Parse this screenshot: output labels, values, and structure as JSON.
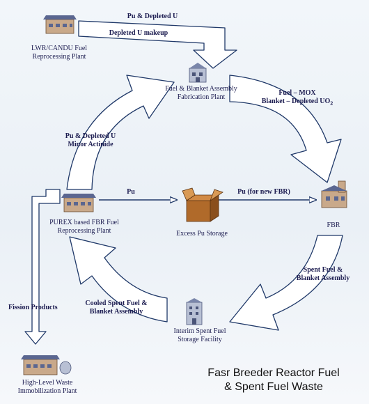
{
  "colors": {
    "background": "#eef3f8",
    "arrow_fill": "#ffffff",
    "arrow_stroke": "#1f3868",
    "text": "#1c1c50",
    "building_wall": "#c9a98a",
    "building_roof": "#5a6690",
    "box": "#b06a2a"
  },
  "nodes": {
    "lwr": {
      "line1": "LWR/CANDU Fuel",
      "line2": "Reprocessing Plant",
      "icon": "factory-icon"
    },
    "fab": {
      "line1": "Fuel & Blanket Assembly",
      "line2": "Fabrication Plant",
      "icon": "building-icon"
    },
    "purex": {
      "line1": "PUREX based FBR Fuel",
      "line2": "Reprocessing Plant",
      "icon": "factory-icon"
    },
    "excess": {
      "line1": "Excess Pu Storage",
      "icon": "storage-box-icon"
    },
    "fbr": {
      "line1": "FBR",
      "icon": "reactor-icon"
    },
    "interim": {
      "line1": "Interim Spent Fuel",
      "line2": "Storage Facility",
      "icon": "storage-building-icon"
    },
    "hlw": {
      "line1": "High-Level Waste",
      "line2": "Immobilization Plant",
      "icon": "factory-icon"
    }
  },
  "flows": {
    "pu_depleted_u": "Pu & Depleted U",
    "depleted_u_makeup": "Depleted U makeup",
    "fuel_mox": "Fuel – MOX",
    "blanket_depleted_uo2": "Blanket – Depleted UO",
    "uo2_subscript": "2",
    "pu_depleted_u_2": "Pu & Depleted U",
    "minor_actinide": "Minor Actinide",
    "pu": "Pu",
    "pu_new_fbr": "Pu (for new FBR)",
    "spent_fuel": "Spent Fuel &",
    "blanket_assembly": "Blanket Assembly",
    "cooled_spent_fuel": "Cooled Spent Fuel &",
    "cooled_blanket_assembly": "Blanket Assembly",
    "fission_products": "Fission Products"
  },
  "caption": {
    "line1": "Fasr Breeder Reactor Fuel",
    "line2": "& Spent Fuel Waste"
  }
}
